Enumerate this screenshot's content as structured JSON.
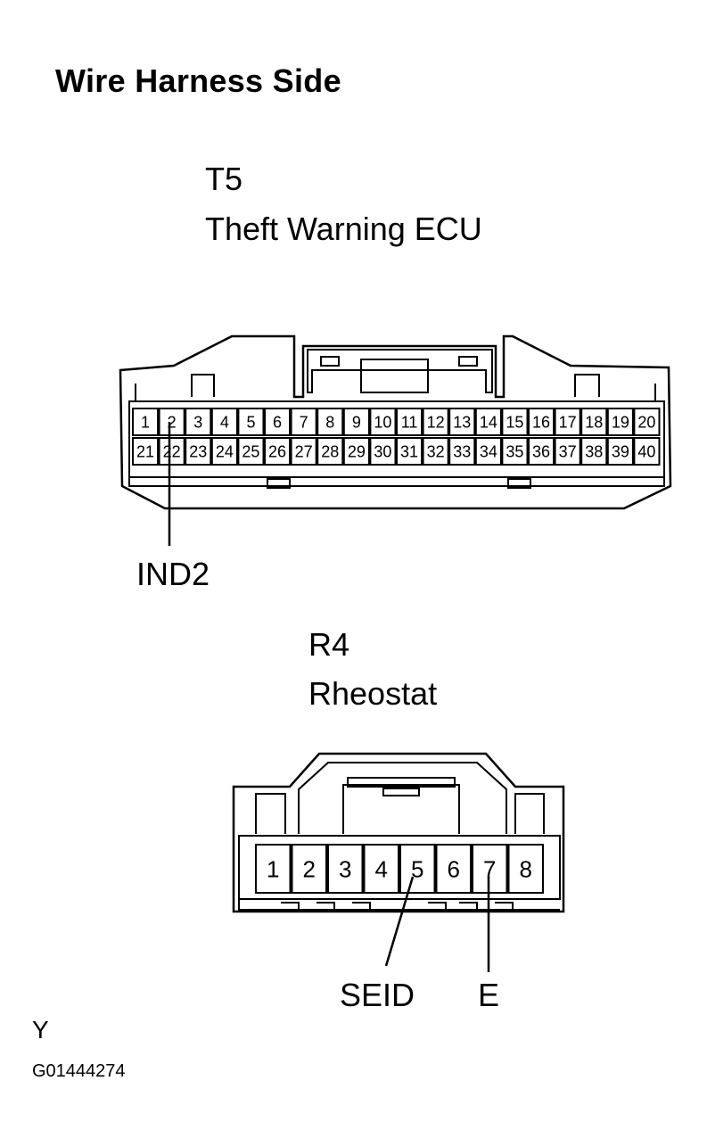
{
  "heading": "Wire Harness Side",
  "connectors": [
    {
      "code": "T5",
      "name": "Theft Warning ECU",
      "pins_row1": [
        "1",
        "2",
        "3",
        "4",
        "5",
        "6",
        "7",
        "8",
        "9",
        "10",
        "11",
        "12",
        "13",
        "14",
        "15",
        "16",
        "17",
        "18",
        "19",
        "20"
      ],
      "pins_row2": [
        "21",
        "22",
        "23",
        "24",
        "25",
        "26",
        "27",
        "28",
        "29",
        "30",
        "31",
        "32",
        "33",
        "34",
        "35",
        "36",
        "37",
        "38",
        "39",
        "40"
      ],
      "callouts": [
        {
          "label": "IND2",
          "pin": "2"
        }
      ]
    },
    {
      "code": "R4",
      "name": "Rheostat",
      "pins": [
        "1",
        "2",
        "3",
        "4",
        "5",
        "6",
        "7",
        "8"
      ],
      "callouts": [
        {
          "label": "SEID",
          "pin": "5"
        },
        {
          "label": "E",
          "pin": "7"
        }
      ]
    }
  ],
  "footer": {
    "mark": "Y",
    "figure_code": "G01444274"
  }
}
